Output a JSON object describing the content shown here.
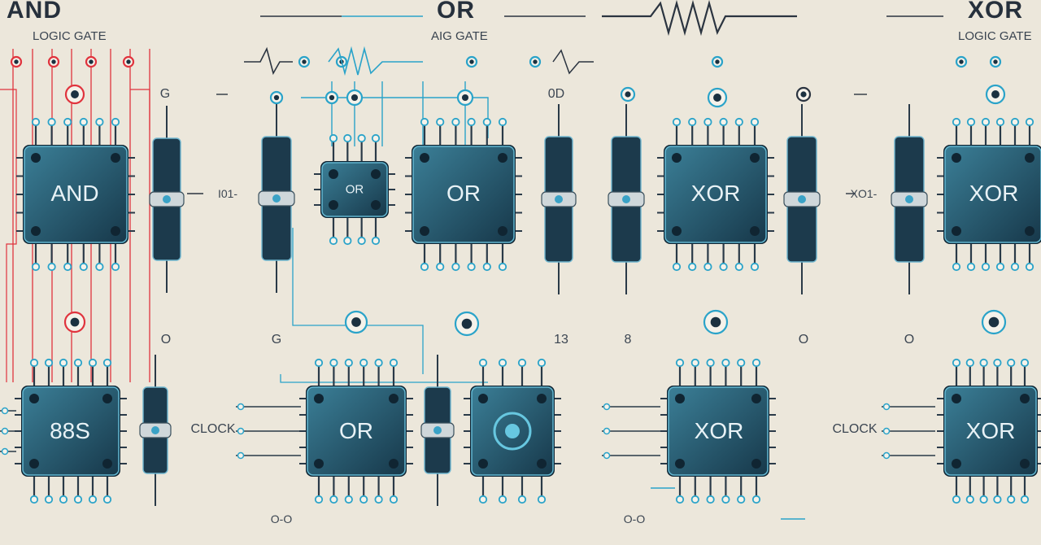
{
  "headers": {
    "and_title": "AND",
    "and_sub": "LOGIC GATE",
    "or_title": "OR",
    "or_sub": "AIG GATE",
    "xor_title": "XOR",
    "xor_sub": "LOGIC GATE"
  },
  "chips": {
    "and_main": "AND",
    "or_small": "OR",
    "or_main": "OR",
    "xor_main": "XOR",
    "xor_right": "XOR",
    "bottom_left": "88S",
    "or_bottom": "OR",
    "xor_bottom": "XOR",
    "xor_bottom_right": "XOR"
  },
  "labels": {
    "clock_left": "CLOCK",
    "clock_right": "CLOCK",
    "io1": "I01-",
    "xo1": "XO1-",
    "g0_left": "G",
    "o_left": "O",
    "g_or": "G",
    "n13": "13",
    "g8": "8",
    "o1": "O",
    "o_right": "O",
    "od": "0D",
    "o_bottom": "O-O",
    "o_bottom2": "O-O"
  },
  "colors": {
    "chip": "#1f4a5e",
    "accent_blue": "#2aa3c9",
    "accent_red": "#e0333d",
    "background": "#ece7db"
  }
}
